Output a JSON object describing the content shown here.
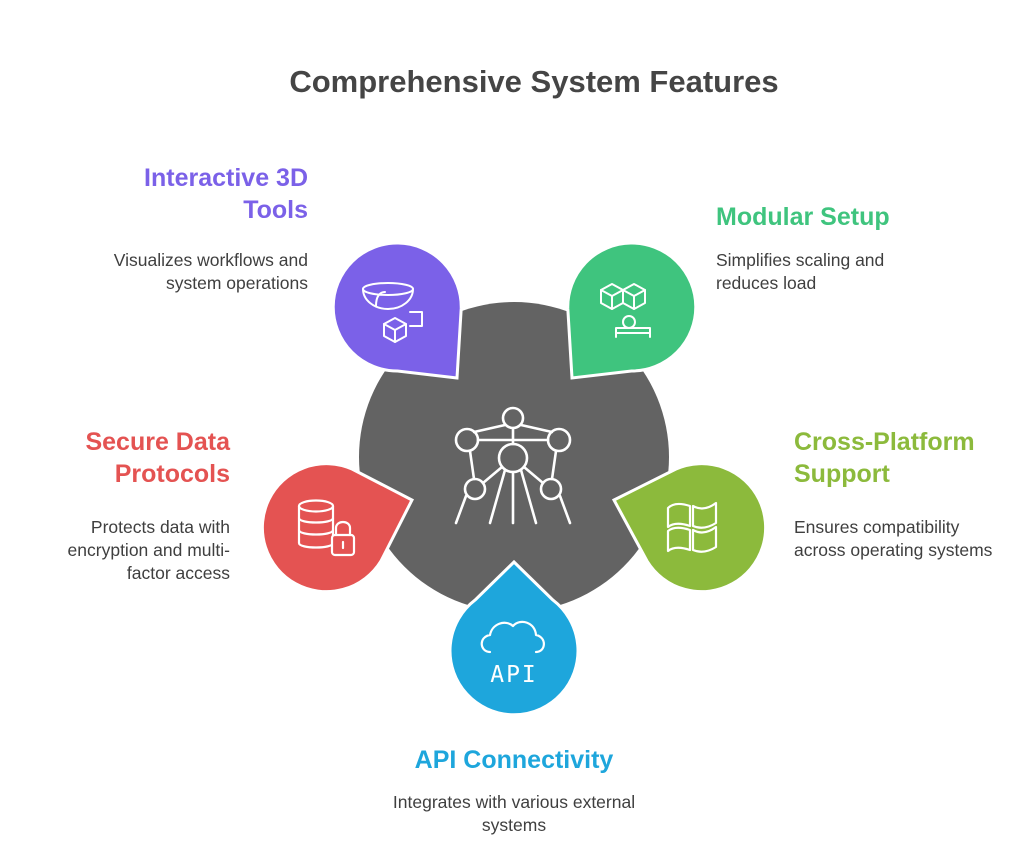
{
  "title": "Comprehensive System Features",
  "center": {
    "icon": "atomium-network-icon",
    "color": "#636363"
  },
  "features": [
    {
      "title": "Interactive 3D Tools",
      "description": "Visualizes workflows and system operations",
      "icon": "3d-tools-icon",
      "color": "#7b61e8"
    },
    {
      "title": "Modular Setup",
      "description": "Simplifies scaling and reduces load",
      "icon": "modular-blocks-icon",
      "color": "#3fc47e"
    },
    {
      "title": "Cross-Platform Support",
      "description": "Ensures compatibility across operating systems",
      "icon": "windows-icon",
      "color": "#8cba3c"
    },
    {
      "title": "API Connectivity",
      "description": "Integrates with various external systems",
      "icon": "api-cloud-icon",
      "icon_text": "API",
      "color": "#1ea6dc"
    },
    {
      "title": "Secure Data Protocols",
      "description": "Protects data with encryption and multi-factor access",
      "icon": "database-lock-icon",
      "color": "#e45352"
    }
  ]
}
